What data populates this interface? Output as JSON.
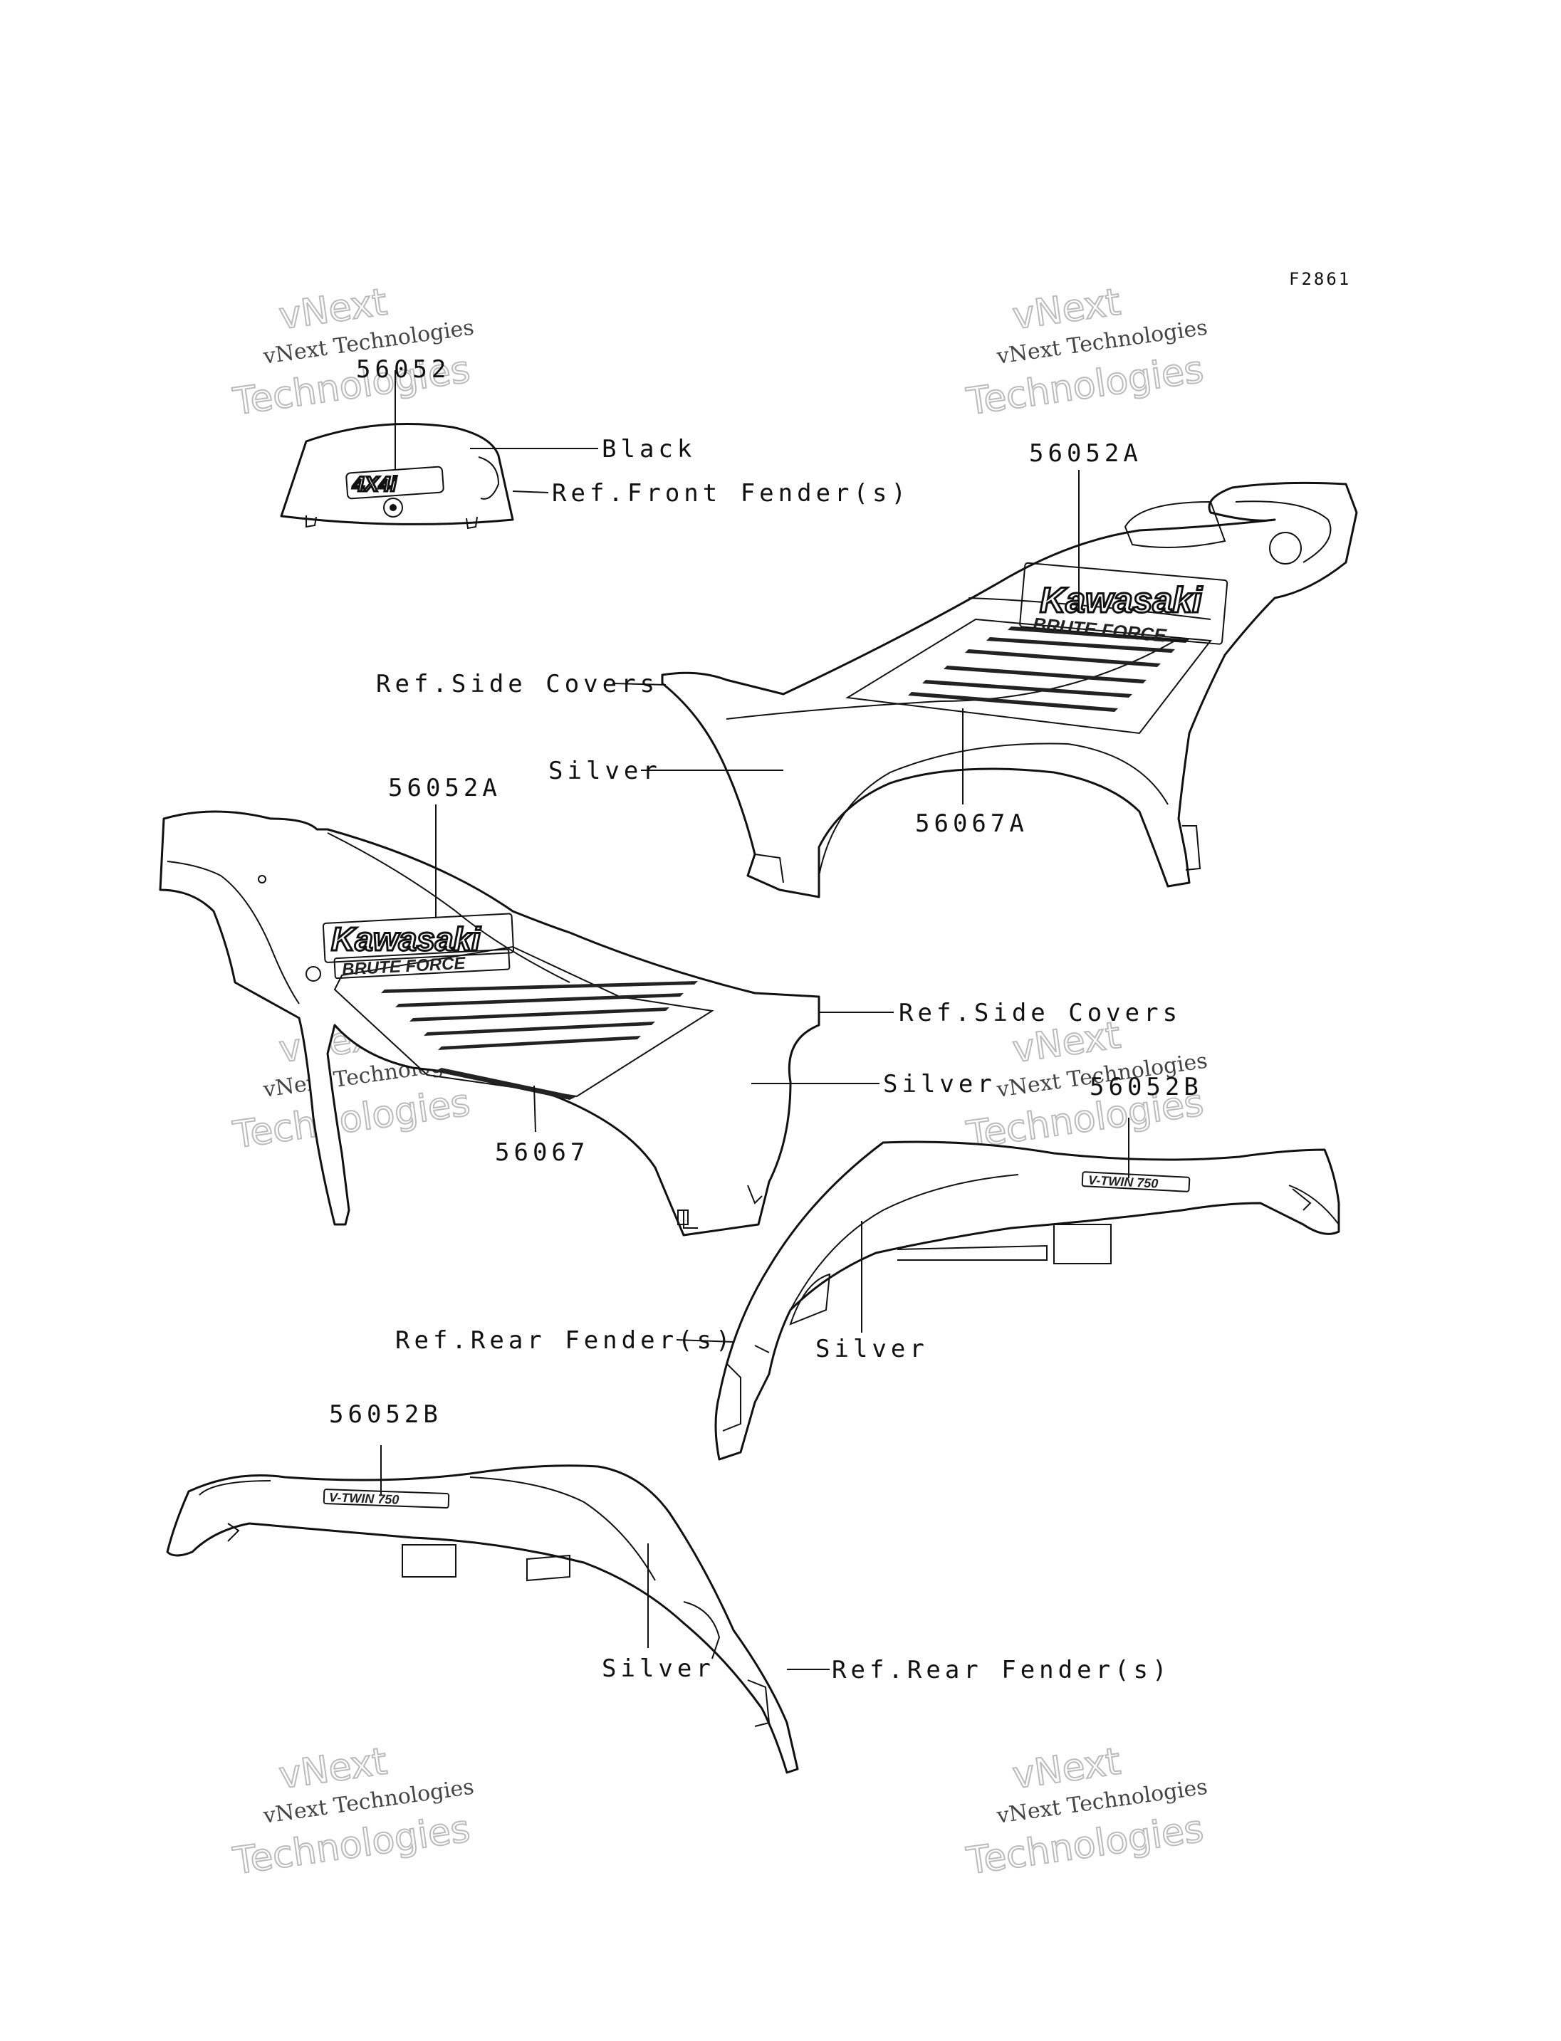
{
  "figure_code": "F2861",
  "watermark": {
    "line1": "vNext Technologies",
    "line2": "vNext",
    "line3": "Technologies"
  },
  "decal_text": {
    "four_by_four": "4X4i",
    "kawasaki": "Kawasaki",
    "brute_force": "BRUTE FORCE",
    "vtwin": "V-TWIN 750"
  },
  "labels": {
    "p56052": "56052",
    "black": "Black",
    "ref_front_fender": "Ref.Front Fender(s)",
    "p56052A_right": "56052A",
    "ref_side_covers_right": "Ref.Side Covers",
    "silver_right": "Silver",
    "p56067A": "56067A",
    "p56052A_left": "56052A",
    "ref_side_covers_left": "Ref.Side Covers",
    "silver_left": "Silver",
    "p56067": "56067",
    "p56052B_right": "56052B",
    "ref_rear_fender_right": "Ref.Rear Fender(s)",
    "silver_rear_right": "Silver",
    "p56052B_left": "56052B",
    "silver_rear_left": "Silver",
    "ref_rear_fender_left": "Ref.Rear Fender(s)"
  }
}
